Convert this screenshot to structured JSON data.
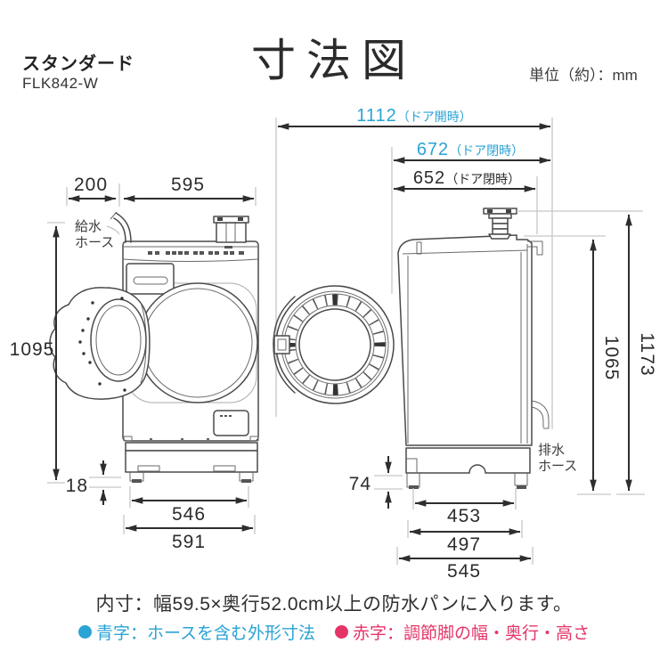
{
  "header": {
    "series": "スタンダード",
    "model": "FLK842-W",
    "title": "寸法図",
    "unit": "単位（約）：mm"
  },
  "colors": {
    "blue": "#2aa3d5",
    "red": "#e53567",
    "line": "#2e2e2e",
    "art": "#4a4a4a",
    "extension": "#c6c6c6"
  },
  "front_view": {
    "hose_label_line1": "給水",
    "hose_label_line2": "ホース",
    "dim_back_width": "200",
    "dim_top_width": "595",
    "dim_height_incl_hose": "1095",
    "dim_foot_height": "18",
    "dim_feet_width": "546",
    "dim_body_width": "591"
  },
  "side_view": {
    "dim_door_open": {
      "value": "1112",
      "note": "（ドア開時）"
    },
    "dim_door_closed_hose": {
      "value": "672",
      "note": "（ドア閉時）"
    },
    "dim_door_closed": {
      "value": "652",
      "note": "（ドア閉時）"
    },
    "dim_height_total": "1173",
    "dim_height_body": "1065",
    "dim_base_height": "74",
    "dim_feet_depth": "453",
    "dim_mid_depth": "497",
    "dim_bottom_depth": "545",
    "drain_label_line1": "排水",
    "drain_label_line2": "ホース"
  },
  "footer": {
    "note": "内寸：幅59.5×奥行52.0cm以上の防水パンに入ります。",
    "legend_blue": "青字：ホースを含む外形寸法",
    "legend_red": "赤字：調節脚の幅・奥行・高さ"
  }
}
